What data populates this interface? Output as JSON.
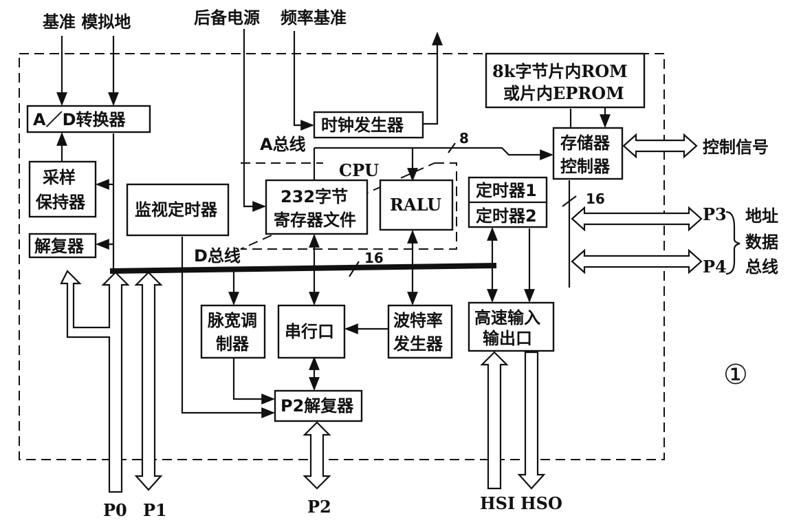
{
  "top_labels": {
    "ref_analog_gnd": "基准 模拟地",
    "backup_power": "后备电源",
    "freq_ref": "频率基准"
  },
  "blocks": {
    "adc": "A／D转换器",
    "sample_hold_1": "采样",
    "sample_hold_2": "保持器",
    "demux_left": "解复器",
    "watchdog": "监视定时器",
    "clock_gen": "时钟发生器",
    "cpu": "CPU",
    "reg_file_1": "232字节",
    "reg_file_2": "寄存器文件",
    "ralu": "RALU",
    "timer1": "定时器1",
    "timer2": "定时器2",
    "rom_1": "8k字节片内ROM",
    "rom_2": "或片内EPROM",
    "mem_ctrl_1": "存储器",
    "mem_ctrl_2": "控制器",
    "pwm_1": "脉宽调",
    "pwm_2": "制器",
    "serial": "串行口",
    "baud_1": "波特率",
    "baud_2": "发生器",
    "hsio_1": "高速输入",
    "hsio_2": "输出口",
    "p2_demux": "P2解复器"
  },
  "bus_labels": {
    "a_bus": "A总线",
    "d_bus": "D总线",
    "a_width": "8",
    "d_width": "16",
    "addr_width": "16"
  },
  "signals": {
    "control": "控制信号",
    "p3": "P3",
    "p4": "P4",
    "addr_data_1": "地址",
    "addr_data_2": "数据",
    "addr_data_3": "总线"
  },
  "ports": {
    "p0": "P0",
    "p1": "P1",
    "p2": "P2",
    "hsi": "HSI",
    "hso": "HSO"
  },
  "figure_number": "①"
}
